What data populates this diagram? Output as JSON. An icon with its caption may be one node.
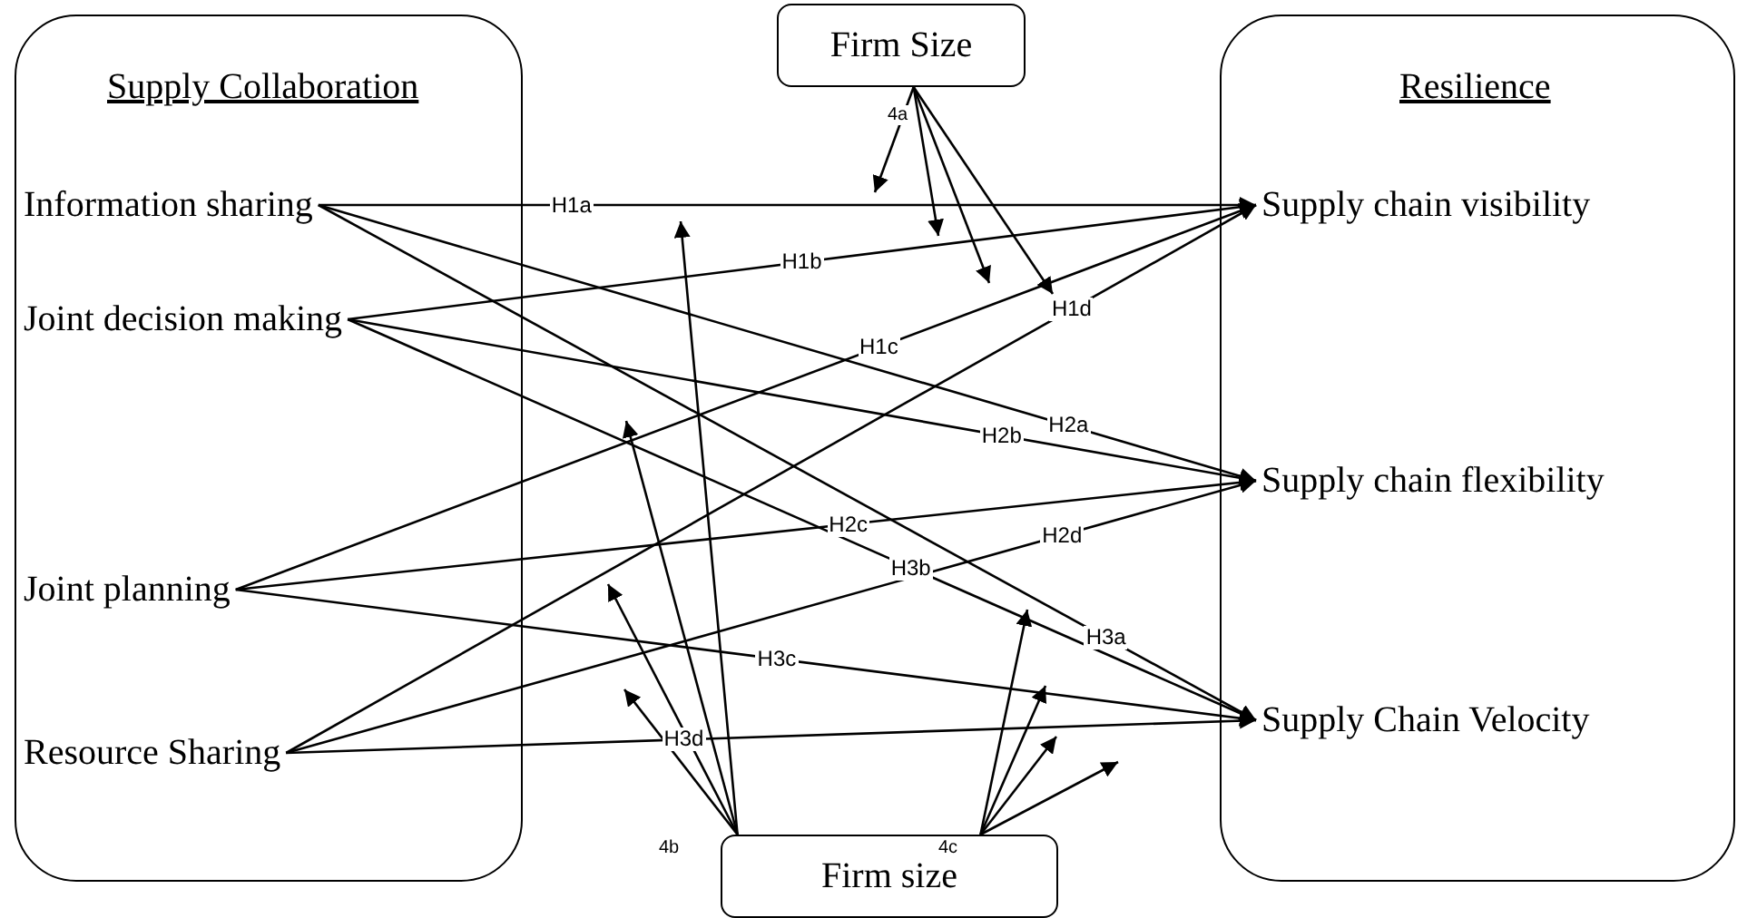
{
  "diagram": {
    "nodes": [
      {
        "text": [
          "Firm Size"
        ]
      },
      {
        "text": [
          "Supply Collaboration"
        ]
      },
      {
        "text": [
          "Information sharing"
        ],
        "in": 1
      },
      {
        "text": [
          "Joint decision making"
        ],
        "in": 1
      },
      {
        "text": [
          "Joint planning"
        ],
        "in": 1
      },
      {
        "text": [
          "Resource Sharing"
        ],
        "in": 1
      },
      {
        "text": [
          "Resilience"
        ]
      },
      {
        "text": [
          "Supply chain visibility"
        ],
        "in": 6
      },
      {
        "text": [
          "Supply chain flexibility"
        ],
        "in": 6
      },
      {
        "text": [
          "Supply Chain Velocity"
        ],
        "in": 6
      },
      {
        "text": [
          "Firm size"
        ]
      }
    ],
    "edges": [
      {
        "from": 2,
        "to": 7,
        "arrow": "to",
        "label": "H1a"
      },
      {
        "from": 3,
        "to": 7,
        "arrow": "to",
        "label": "H1b"
      },
      {
        "from": 4,
        "to": 7,
        "arrow": "to",
        "label": "H1c"
      },
      {
        "from": 5,
        "to": 7,
        "arrow": "to",
        "label": "H1d"
      },
      {
        "from": 2,
        "to": 8,
        "arrow": "to",
        "label": "H2a"
      },
      {
        "from": 3,
        "to": 8,
        "arrow": "to",
        "label": "H2b"
      },
      {
        "from": 4,
        "to": 8,
        "arrow": "to",
        "label": "H2c"
      },
      {
        "from": 5,
        "to": 8,
        "arrow": "to",
        "label": "H2d"
      },
      {
        "from": 2,
        "to": 9,
        "arrow": "to",
        "label": "H3a"
      },
      {
        "from": 3,
        "to": 9,
        "arrow": "to",
        "label": "H3b"
      },
      {
        "from": 4,
        "to": 9,
        "arrow": "to",
        "label": "H3c"
      },
      {
        "from": 5,
        "to": 9,
        "arrow": "to",
        "label": "H3d"
      },
      {
        "from": 0,
        "to": null,
        "arrow": "to"
      },
      {
        "from": 0,
        "to": null,
        "arrow": "to"
      },
      {
        "from": 0,
        "to": null,
        "arrow": "to"
      },
      {
        "from": 0,
        "to": null,
        "arrow": "to"
      },
      {
        "from": 10,
        "to": null,
        "arrow": "to"
      },
      {
        "from": 10,
        "to": null,
        "arrow": "to"
      },
      {
        "from": 10,
        "to": null,
        "arrow": "to"
      },
      {
        "from": 10,
        "to": null,
        "arrow": "to"
      },
      {
        "from": 10,
        "to": null,
        "arrow": "to"
      },
      {
        "from": 10,
        "to": null,
        "arrow": "to"
      },
      {
        "from": 10,
        "to": null,
        "arrow": "to"
      },
      {
        "from": 10,
        "to": null,
        "arrow": "to"
      }
    ],
    "labels": [
      "4a",
      "4b",
      "4c"
    ]
  }
}
